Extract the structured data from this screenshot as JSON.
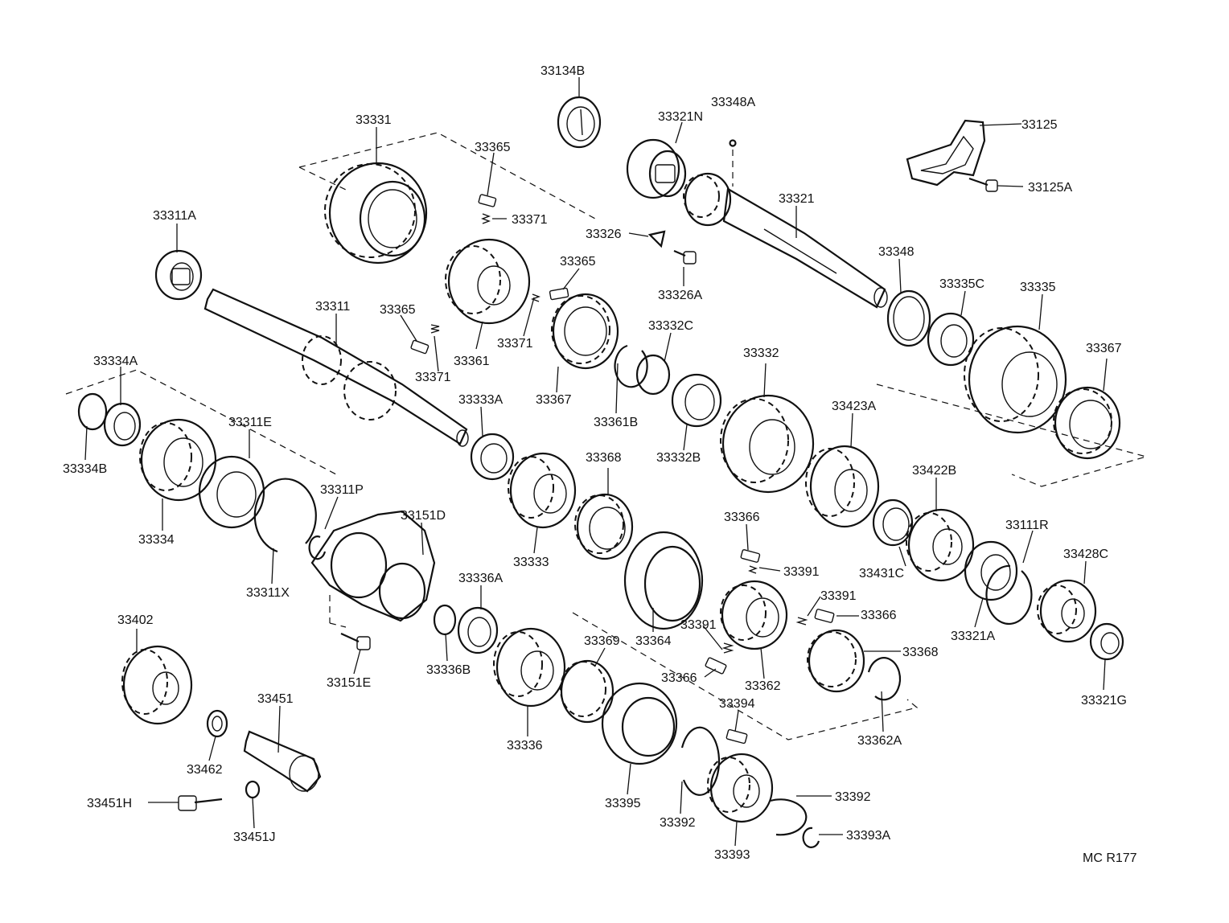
{
  "figure_code": "MC R177",
  "parts": [
    {
      "label": "33134B"
    },
    {
      "label": "33348A"
    },
    {
      "label": "33321N"
    },
    {
      "label": "33125"
    },
    {
      "label": "33125A"
    },
    {
      "label": "33331"
    },
    {
      "label": "33365"
    },
    {
      "label": "33371"
    },
    {
      "label": "33326"
    },
    {
      "label": "33321"
    },
    {
      "label": "33311A"
    },
    {
      "label": "33365"
    },
    {
      "label": "33326A"
    },
    {
      "label": "33348"
    },
    {
      "label": "33335C"
    },
    {
      "label": "33335"
    },
    {
      "label": "33311"
    },
    {
      "label": "33365"
    },
    {
      "label": "33371"
    },
    {
      "label": "33332C"
    },
    {
      "label": "33367"
    },
    {
      "label": "33361"
    },
    {
      "label": "33371"
    },
    {
      "label": "33332"
    },
    {
      "label": "33334A"
    },
    {
      "label": "33367"
    },
    {
      "label": "33333A"
    },
    {
      "label": "33361B"
    },
    {
      "label": "33423A"
    },
    {
      "label": "33311E"
    },
    {
      "label": "33334B"
    },
    {
      "label": "33332B"
    },
    {
      "label": "33368"
    },
    {
      "label": "33422B"
    },
    {
      "label": "33311P"
    },
    {
      "label": "33151D"
    },
    {
      "label": "33366"
    },
    {
      "label": "33111R"
    },
    {
      "label": "33334"
    },
    {
      "label": "33333"
    },
    {
      "label": "33391"
    },
    {
      "label": "33431C"
    },
    {
      "label": "33428C"
    },
    {
      "label": "33311X"
    },
    {
      "label": "33336A"
    },
    {
      "label": "33391"
    },
    {
      "label": "33402"
    },
    {
      "label": "33366"
    },
    {
      "label": "33391"
    },
    {
      "label": "33321A"
    },
    {
      "label": "33369"
    },
    {
      "label": "33364"
    },
    {
      "label": "33368"
    },
    {
      "label": "33336B"
    },
    {
      "label": "33366"
    },
    {
      "label": "33151E"
    },
    {
      "label": "33362"
    },
    {
      "label": "33321G"
    },
    {
      "label": "33451"
    },
    {
      "label": "33394"
    },
    {
      "label": "33362A"
    },
    {
      "label": "33336"
    },
    {
      "label": "33462"
    },
    {
      "label": "33392"
    },
    {
      "label": "33395"
    },
    {
      "label": "33451H"
    },
    {
      "label": "33392"
    },
    {
      "label": "33451J"
    },
    {
      "label": "33393A"
    },
    {
      "label": "33393"
    }
  ]
}
